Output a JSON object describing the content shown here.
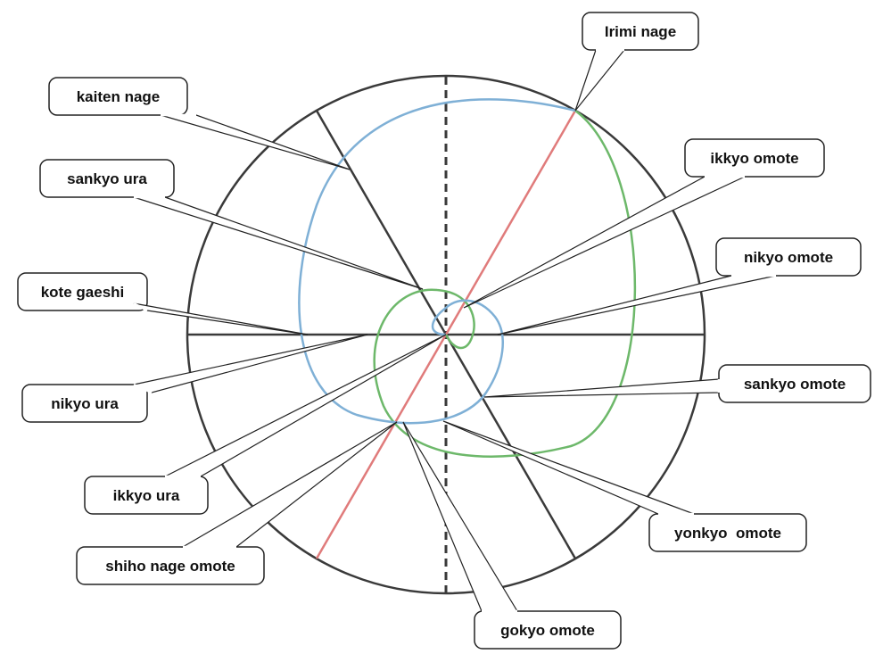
{
  "colors": {
    "outline": "#3a3a3a",
    "blue": "#7fb0d6",
    "green": "#6db86a",
    "red": "#e07b7b",
    "callout_fill": "#ffffff",
    "callout_stroke": "#222222"
  },
  "labels": {
    "irimi_nage": "Irimi nage",
    "kaiten_nage": "kaiten nage",
    "ikkyo_omote": "ikkyo omote",
    "sankyo_ura": "sankyo ura",
    "nikyo_omote": "nikyo omote",
    "kote_gaeshi": "kote gaeshi",
    "nikyo_ura": "nikyo ura",
    "sankyo_omote": "sankyo omote",
    "ikkyo_ura": "ikkyo ura",
    "yonkyo_omote": "yonkyo  omote",
    "shiho_nage_omote": "shiho nage omote",
    "gokyo_omote": "gokyo omote"
  }
}
